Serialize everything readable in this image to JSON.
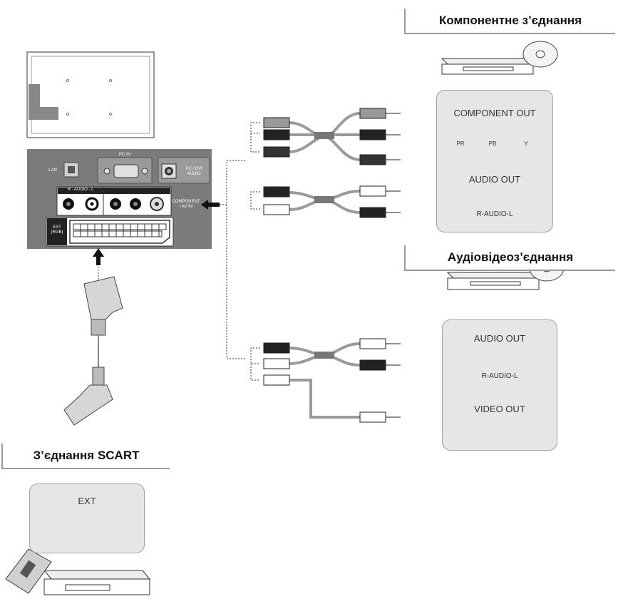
{
  "headings": {
    "component": "Компонентне з’єднання",
    "av": "Аудіовідеоз’єднання",
    "scart": "З’єднання SCART"
  },
  "component_panel": {
    "title": "COMPONENT OUT",
    "jack_labels": [
      "PR",
      "PB",
      "Y"
    ],
    "audio_title": "AUDIO OUT",
    "audio_jacks": "R-AUDIO-L"
  },
  "av_panel": {
    "audio_title": "AUDIO OUT",
    "audio_jacks": "R-AUDIO-L",
    "video_title": "VIDEO OUT"
  },
  "scart_panel": {
    "title": "EXT"
  },
  "tv_panel": {
    "lan": "LAN",
    "pc_in": "PC IN",
    "pc_dvi_audio": "PC / DVI AUDIO",
    "audio_row": "R - AUDIO - L",
    "component_label": "COMPONENT / AV IN",
    "ext_label": "EXT (RGB)"
  },
  "colors": {
    "panel_gray": "#e6e6e6",
    "tv_gray": "#7b7b7b",
    "heading_border": "#9a9a9a",
    "cable_gray": "#9b9b9b"
  }
}
